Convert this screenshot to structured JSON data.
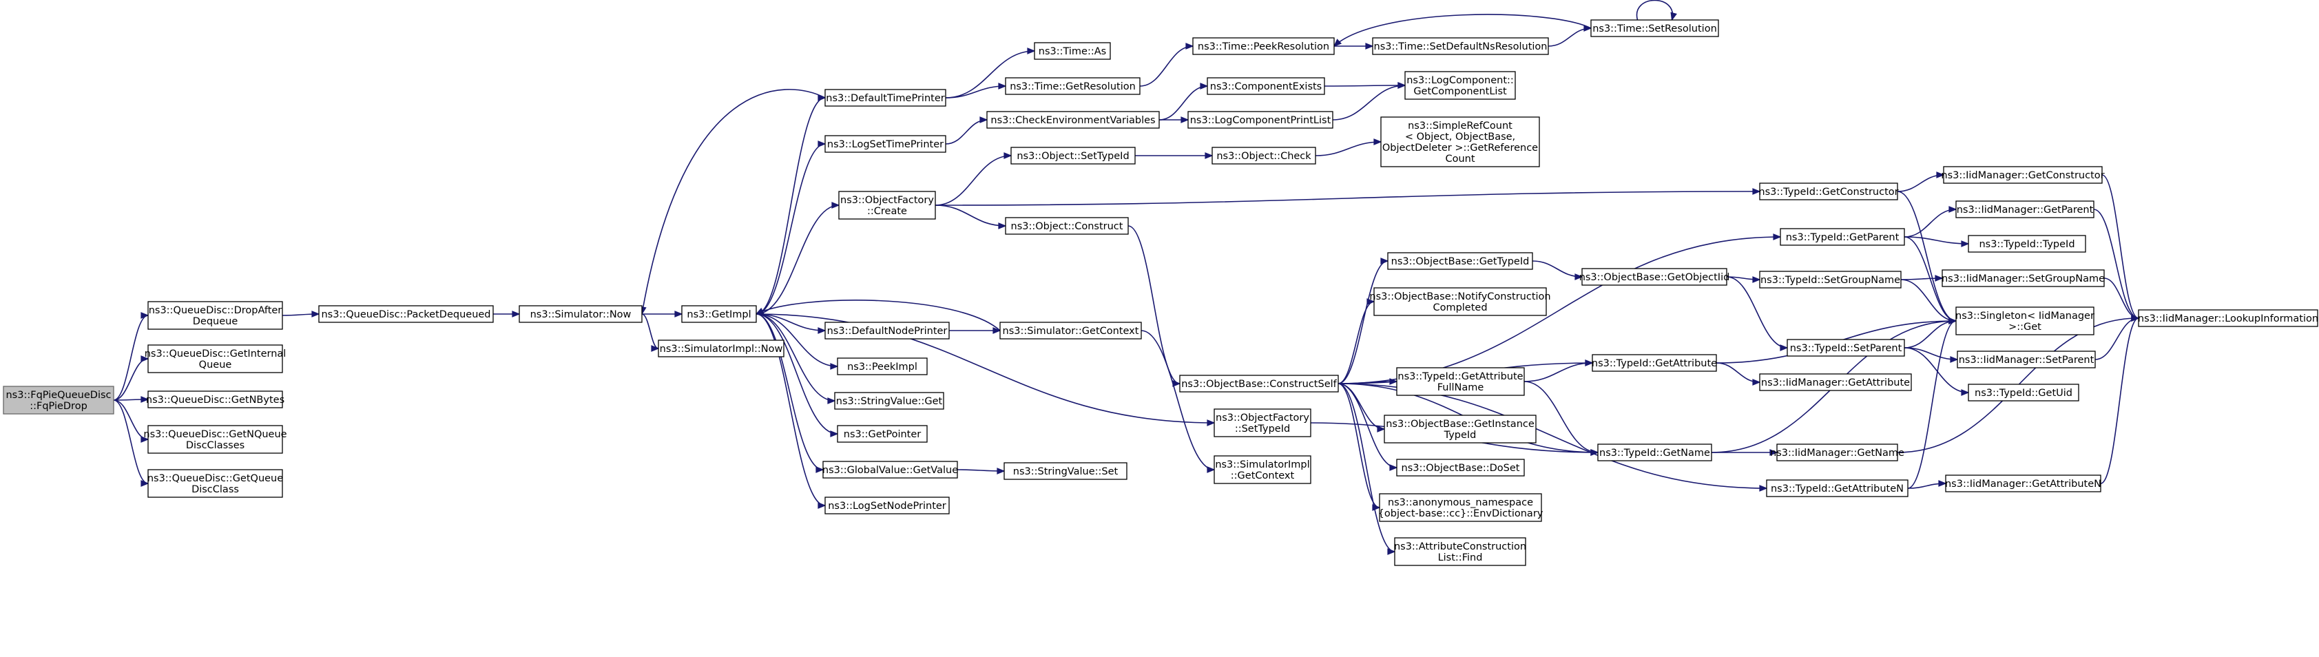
{
  "graph": {
    "nodes": [
      {
        "id": "root",
        "lines": [
          "ns3::FqPieQueueDisc",
          "::FqPieDrop"
        ],
        "root": true
      },
      {
        "id": "dropafter",
        "lines": [
          "ns3::QueueDisc::DropAfter",
          "Dequeue"
        ]
      },
      {
        "id": "getinternal",
        "lines": [
          "ns3::QueueDisc::GetInternal",
          "Queue"
        ]
      },
      {
        "id": "getnbytes",
        "lines": [
          "ns3::QueueDisc::GetNBytes"
        ]
      },
      {
        "id": "getnqueue",
        "lines": [
          "ns3::QueueDisc::GetNQueue",
          "DiscClasses"
        ]
      },
      {
        "id": "getqueue",
        "lines": [
          "ns3::QueueDisc::GetQueue",
          "DiscClass"
        ]
      },
      {
        "id": "packetdequeued",
        "lines": [
          "ns3::QueueDisc::PacketDequeued"
        ]
      },
      {
        "id": "simnow",
        "lines": [
          "ns3::Simulator::Now"
        ]
      },
      {
        "id": "getimpl",
        "lines": [
          "ns3::GetImpl"
        ]
      },
      {
        "id": "simimplnow",
        "lines": [
          "ns3::SimulatorImpl::Now"
        ]
      },
      {
        "id": "defaulttimeprinter",
        "lines": [
          "ns3::DefaultTimePrinter"
        ]
      },
      {
        "id": "logsettimeprinter",
        "lines": [
          "ns3::LogSetTimePrinter"
        ]
      },
      {
        "id": "objfactorycreate",
        "lines": [
          "ns3::ObjectFactory",
          "::Create"
        ]
      },
      {
        "id": "defaultnodeprinter",
        "lines": [
          "ns3::DefaultNodePrinter"
        ]
      },
      {
        "id": "peekimpl",
        "lines": [
          "ns3::PeekImpl"
        ]
      },
      {
        "id": "stringvalueget",
        "lines": [
          "ns3::StringValue::Get"
        ]
      },
      {
        "id": "getpointer",
        "lines": [
          "ns3::GetPointer"
        ]
      },
      {
        "id": "globalvaluegetvalue",
        "lines": [
          "ns3::GlobalValue::GetValue"
        ]
      },
      {
        "id": "logsetnodeprinter",
        "lines": [
          "ns3::LogSetNodePrinter"
        ]
      },
      {
        "id": "timeas",
        "lines": [
          "ns3::Time::As"
        ]
      },
      {
        "id": "timegetresolution",
        "lines": [
          "ns3::Time::GetResolution"
        ]
      },
      {
        "id": "checkenvvars",
        "lines": [
          "ns3::CheckEnvironmentVariables"
        ]
      },
      {
        "id": "objsettypeid",
        "lines": [
          "ns3::Object::SetTypeId"
        ]
      },
      {
        "id": "objconstruct",
        "lines": [
          "ns3::Object::Construct"
        ]
      },
      {
        "id": "simgetcontext",
        "lines": [
          "ns3::Simulator::GetContext"
        ]
      },
      {
        "id": "stringvalueset",
        "lines": [
          "ns3::StringValue::Set"
        ]
      },
      {
        "id": "timepeekres",
        "lines": [
          "ns3::Time::PeekResolution"
        ]
      },
      {
        "id": "componentexists",
        "lines": [
          "ns3::ComponentExists"
        ]
      },
      {
        "id": "logcompprintlist",
        "lines": [
          "ns3::LogComponentPrintList"
        ]
      },
      {
        "id": "objcheck",
        "lines": [
          "ns3::Object::Check"
        ]
      },
      {
        "id": "objbaseconstructself",
        "lines": [
          "ns3::ObjectBase::ConstructSelf"
        ]
      },
      {
        "id": "objfactorysettypeid",
        "lines": [
          "ns3::ObjectFactory",
          "::SetTypeId"
        ]
      },
      {
        "id": "simimplgetcontext",
        "lines": [
          "ns3::SimulatorImpl",
          "::GetContext"
        ]
      },
      {
        "id": "timesetdefaultns",
        "lines": [
          "ns3::Time::SetDefaultNsResolution"
        ]
      },
      {
        "id": "logcompgetlist",
        "lines": [
          "ns3::LogComponent::",
          "GetComponentList"
        ]
      },
      {
        "id": "simplerefcount",
        "lines": [
          "ns3::SimpleRefCount",
          "< Object, ObjectBase,",
          "ObjectDeleter >::GetReference",
          "Count"
        ]
      },
      {
        "id": "objbasegettypeid",
        "lines": [
          "ns3::ObjectBase::GetTypeId"
        ]
      },
      {
        "id": "objbasenotify",
        "lines": [
          "ns3::ObjectBase::NotifyConstruction",
          "Completed"
        ]
      },
      {
        "id": "typeidgetattrfull",
        "lines": [
          "ns3::TypeId::GetAttribute",
          "FullName"
        ]
      },
      {
        "id": "objbasegetinstance",
        "lines": [
          "ns3::ObjectBase::GetInstance",
          "TypeId"
        ]
      },
      {
        "id": "objbasedoset",
        "lines": [
          "ns3::ObjectBase::DoSet"
        ]
      },
      {
        "id": "anonenvdict",
        "lines": [
          "ns3::anonymous_namespace",
          "{object-base::cc}::EnvDictionary"
        ]
      },
      {
        "id": "attrconstrlistfind",
        "lines": [
          "ns3::AttributeConstruction",
          "List::Find"
        ]
      },
      {
        "id": "timesetresolution",
        "lines": [
          "ns3::Time::SetResolution"
        ]
      },
      {
        "id": "objbasegetobjectiid",
        "lines": [
          "ns3::ObjectBase::GetObjectIid"
        ]
      },
      {
        "id": "typeidgetconstructor",
        "lines": [
          "ns3::TypeId::GetConstructor"
        ]
      },
      {
        "id": "typeidgetparent",
        "lines": [
          "ns3::TypeId::GetParent"
        ]
      },
      {
        "id": "typeidsetgroupname",
        "lines": [
          "ns3::TypeId::SetGroupName"
        ]
      },
      {
        "id": "typeidgetattribute",
        "lines": [
          "ns3::TypeId::GetAttribute"
        ]
      },
      {
        "id": "typeidsetparent",
        "lines": [
          "ns3::TypeId::SetParent"
        ]
      },
      {
        "id": "iidmgrgetattribute",
        "lines": [
          "ns3::IidManager::GetAttribute"
        ]
      },
      {
        "id": "typeidgetname",
        "lines": [
          "ns3::TypeId::GetName"
        ]
      },
      {
        "id": "iidmgrgetname",
        "lines": [
          "ns3::IidManager::GetName"
        ]
      },
      {
        "id": "typeidgetattributen",
        "lines": [
          "ns3::TypeId::GetAttributeN"
        ]
      },
      {
        "id": "iidmgrgetattributen",
        "lines": [
          "ns3::IidManager::GetAttributeN"
        ]
      },
      {
        "id": "iidmgrgetconstructor",
        "lines": [
          "ns3::IidManager::GetConstructor"
        ]
      },
      {
        "id": "iidmgrgetparent",
        "lines": [
          "ns3::IidManager::GetParent"
        ]
      },
      {
        "id": "typeidtypeid",
        "lines": [
          "ns3::TypeId::TypeId"
        ]
      },
      {
        "id": "iidmgrsetgroupname",
        "lines": [
          "ns3::IidManager::SetGroupName"
        ]
      },
      {
        "id": "singletonget",
        "lines": [
          "ns3::Singleton< IidManager",
          " >::Get"
        ]
      },
      {
        "id": "iidmgrsetparent",
        "lines": [
          "ns3::IidManager::SetParent"
        ]
      },
      {
        "id": "typeidgetuid",
        "lines": [
          "ns3::TypeId::GetUid"
        ]
      },
      {
        "id": "iidmgrlookup",
        "lines": [
          "ns3::IidManager::LookupInformation"
        ]
      }
    ],
    "edges": [
      [
        "root",
        "dropafter"
      ],
      [
        "root",
        "getinternal"
      ],
      [
        "root",
        "getnbytes"
      ],
      [
        "root",
        "getnqueue"
      ],
      [
        "root",
        "getqueue"
      ],
      [
        "dropafter",
        "packetdequeued"
      ],
      [
        "packetdequeued",
        "simnow"
      ],
      [
        "simnow",
        "getimpl"
      ],
      [
        "simnow",
        "simimplnow"
      ],
      [
        "getimpl",
        "defaulttimeprinter"
      ],
      [
        "getimpl",
        "logsettimeprinter"
      ],
      [
        "getimpl",
        "objfactorycreate"
      ],
      [
        "getimpl",
        "defaultnodeprinter"
      ],
      [
        "getimpl",
        "peekimpl"
      ],
      [
        "getimpl",
        "stringvalueget"
      ],
      [
        "getimpl",
        "getpointer"
      ],
      [
        "getimpl",
        "globalvaluegetvalue"
      ],
      [
        "getimpl",
        "logsetnodeprinter"
      ],
      [
        "getimpl",
        "objfactorysettypeid"
      ],
      [
        "defaulttimeprinter",
        "simnow"
      ],
      [
        "defaulttimeprinter",
        "timeas"
      ],
      [
        "defaulttimeprinter",
        "timegetresolution"
      ],
      [
        "logsettimeprinter",
        "checkenvvars"
      ],
      [
        "objfactorycreate",
        "objsettypeid"
      ],
      [
        "objfactorycreate",
        "objconstruct"
      ],
      [
        "objfactorycreate",
        "typeidgetconstructor"
      ],
      [
        "defaultnodeprinter",
        "simgetcontext"
      ],
      [
        "simgetcontext",
        "getimpl"
      ],
      [
        "simgetcontext",
        "simimplgetcontext"
      ],
      [
        "globalvaluegetvalue",
        "stringvalueset"
      ],
      [
        "timegetresolution",
        "timepeekres"
      ],
      [
        "checkenvvars",
        "componentexists"
      ],
      [
        "checkenvvars",
        "logcompprintlist"
      ],
      [
        "objsettypeid",
        "objcheck"
      ],
      [
        "objcheck",
        "simplerefcount"
      ],
      [
        "objconstruct",
        "objbaseconstructself"
      ],
      [
        "componentexists",
        "logcompgetlist"
      ],
      [
        "logcompprintlist",
        "logcompgetlist"
      ],
      [
        "timepeekres",
        "timesetdefaultns"
      ],
      [
        "timesetdefaultns",
        "timesetresolution"
      ],
      [
        "timesetresolution",
        "timesetresolution"
      ],
      [
        "timesetresolution",
        "timepeekres"
      ],
      [
        "objbaseconstructself",
        "objbasegettypeid"
      ],
      [
        "objbaseconstructself",
        "objbasenotify"
      ],
      [
        "objbaseconstructself",
        "typeidgetparent"
      ],
      [
        "objbaseconstructself",
        "typeidgetattribute"
      ],
      [
        "objbaseconstructself",
        "typeidgetattrfull"
      ],
      [
        "objbaseconstructself",
        "objbasegetinstance"
      ],
      [
        "objbaseconstructself",
        "objbasedoset"
      ],
      [
        "objbaseconstructself",
        "anonenvdict"
      ],
      [
        "objbaseconstructself",
        "attrconstrlistfind"
      ],
      [
        "objbaseconstructself",
        "typeidgetname"
      ],
      [
        "objbaseconstructself",
        "typeidgetattributen"
      ],
      [
        "objfactorysettypeid",
        "typeidgetname"
      ],
      [
        "objbasegettypeid",
        "objbasegetobjectiid"
      ],
      [
        "objbasegetobjectiid",
        "typeidsetgroupname"
      ],
      [
        "objbasegetobjectiid",
        "typeidsetparent"
      ],
      [
        "typeidgetattrfull",
        "typeidgetattribute"
      ],
      [
        "typeidgetattrfull",
        "typeidgetname"
      ],
      [
        "typeidgetconstructor",
        "iidmgrgetconstructor"
      ],
      [
        "typeidgetconstructor",
        "singletonget"
      ],
      [
        "typeidgetparent",
        "iidmgrgetparent"
      ],
      [
        "typeidgetparent",
        "typeidtypeid"
      ],
      [
        "typeidgetparent",
        "singletonget"
      ],
      [
        "typeidsetgroupname",
        "iidmgrsetgroupname"
      ],
      [
        "typeidsetgroupname",
        "singletonget"
      ],
      [
        "typeidgetattribute",
        "iidmgrgetattribute"
      ],
      [
        "typeidgetattribute",
        "singletonget"
      ],
      [
        "typeidsetparent",
        "iidmgrsetparent"
      ],
      [
        "typeidsetparent",
        "typeidgetuid"
      ],
      [
        "typeidsetparent",
        "singletonget"
      ],
      [
        "typeidgetname",
        "iidmgrgetname"
      ],
      [
        "typeidgetname",
        "singletonget"
      ],
      [
        "typeidgetattributen",
        "iidmgrgetattributen"
      ],
      [
        "typeidgetattributen",
        "singletonget"
      ],
      [
        "iidmgrgetconstructor",
        "iidmgrlookup"
      ],
      [
        "iidmgrgetparent",
        "iidmgrlookup"
      ],
      [
        "iidmgrsetgroupname",
        "iidmgrlookup"
      ],
      [
        "iidmgrsetparent",
        "iidmgrlookup"
      ],
      [
        "iidmgrgetname",
        "iidmgrlookup"
      ],
      [
        "iidmgrgetattributen",
        "iidmgrlookup"
      ]
    ]
  }
}
